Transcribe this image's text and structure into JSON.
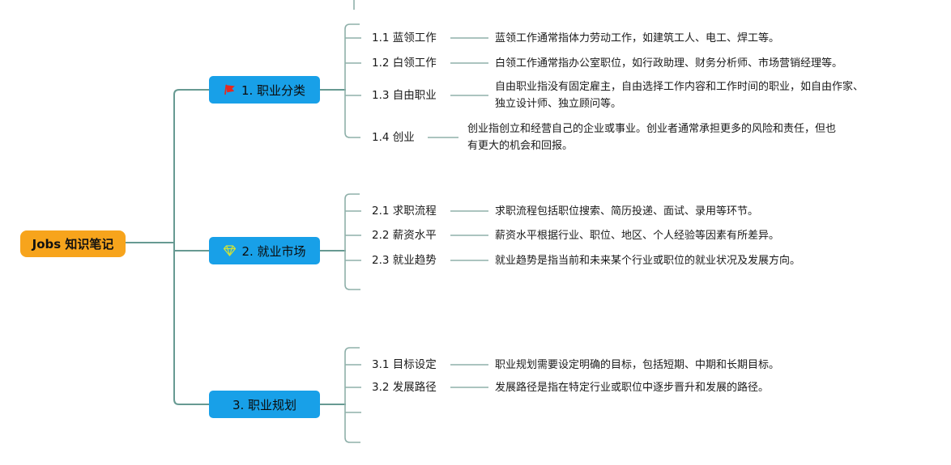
{
  "root": {
    "label": "Jobs 知识笔记"
  },
  "branches": [
    {
      "label": "1. 职业分类",
      "icon": "red-flag-icon",
      "children": [
        {
          "label": "1.1 蓝领工作",
          "desc": "蓝领工作通常指体力劳动工作，如建筑工人、电工、焊工等。"
        },
        {
          "label": "1.2 白领工作",
          "desc": "白领工作通常指办公室职位，如行政助理、财务分析师、市场营销经理等。"
        },
        {
          "label": "1.3 自由职业",
          "desc": "自由职业指没有固定雇主，自由选择工作内容和工作时间的职业，如自由作家、独立设计师、独立顾问等。"
        },
        {
          "label": "1.4 创业",
          "desc": "创业指创立和经营自己的企业或事业。创业者通常承担更多的风险和责任，但也有更大的机会和回报。"
        }
      ]
    },
    {
      "label": "2. 就业市场",
      "icon": "gem-icon",
      "children": [
        {
          "label": "2.1 求职流程",
          "desc": "求职流程包括职位搜索、简历投递、面试、录用等环节。"
        },
        {
          "label": "2.2 薪资水平",
          "desc": "薪资水平根据行业、职位、地区、个人经验等因素有所差异。"
        },
        {
          "label": "2.3 就业趋势",
          "desc": "就业趋势是指当前和未来某个行业或职位的就业状况及发展方向。"
        }
      ]
    },
    {
      "label": "3. 职业规划",
      "icon": null,
      "children": [
        {
          "label": "3.1 目标设定",
          "desc": "职业规划需要设定明确的目标，包括短期、中期和长期目标。"
        },
        {
          "label": "3.2 发展路径",
          "desc": "发展路径是指在特定行业或职位中逐步晋升和发展的路径。"
        }
      ]
    }
  ],
  "colors": {
    "root_bg": "#F7A41C",
    "branch_bg": "#18A0E8",
    "connector_main": "#679A92",
    "connector_child": "#8FB0AA",
    "flag_red": "#E8281E",
    "gem_green": "#CDE23A"
  }
}
